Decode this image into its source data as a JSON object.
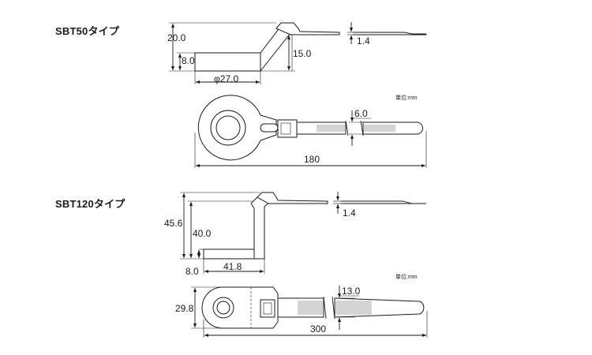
{
  "sbt50": {
    "title": "SBT50タイプ",
    "unit": "単位:mm",
    "dims": {
      "total_height": "20.0",
      "base_height": "8.0",
      "rise_height": "15.0",
      "thickness": "1.4",
      "diameter": "φ27.0",
      "band_width": "6.0",
      "total_length": "180"
    }
  },
  "sbt120": {
    "title": "SBT120タイプ",
    "unit": "単位:mm",
    "dims": {
      "total_height": "45.6",
      "inner_height": "40.0",
      "thickness": "1.4",
      "base_length": "41.8",
      "base_offset": "8.0",
      "head_width": "29.8",
      "band_width": "13.0",
      "total_length": "300"
    }
  }
}
